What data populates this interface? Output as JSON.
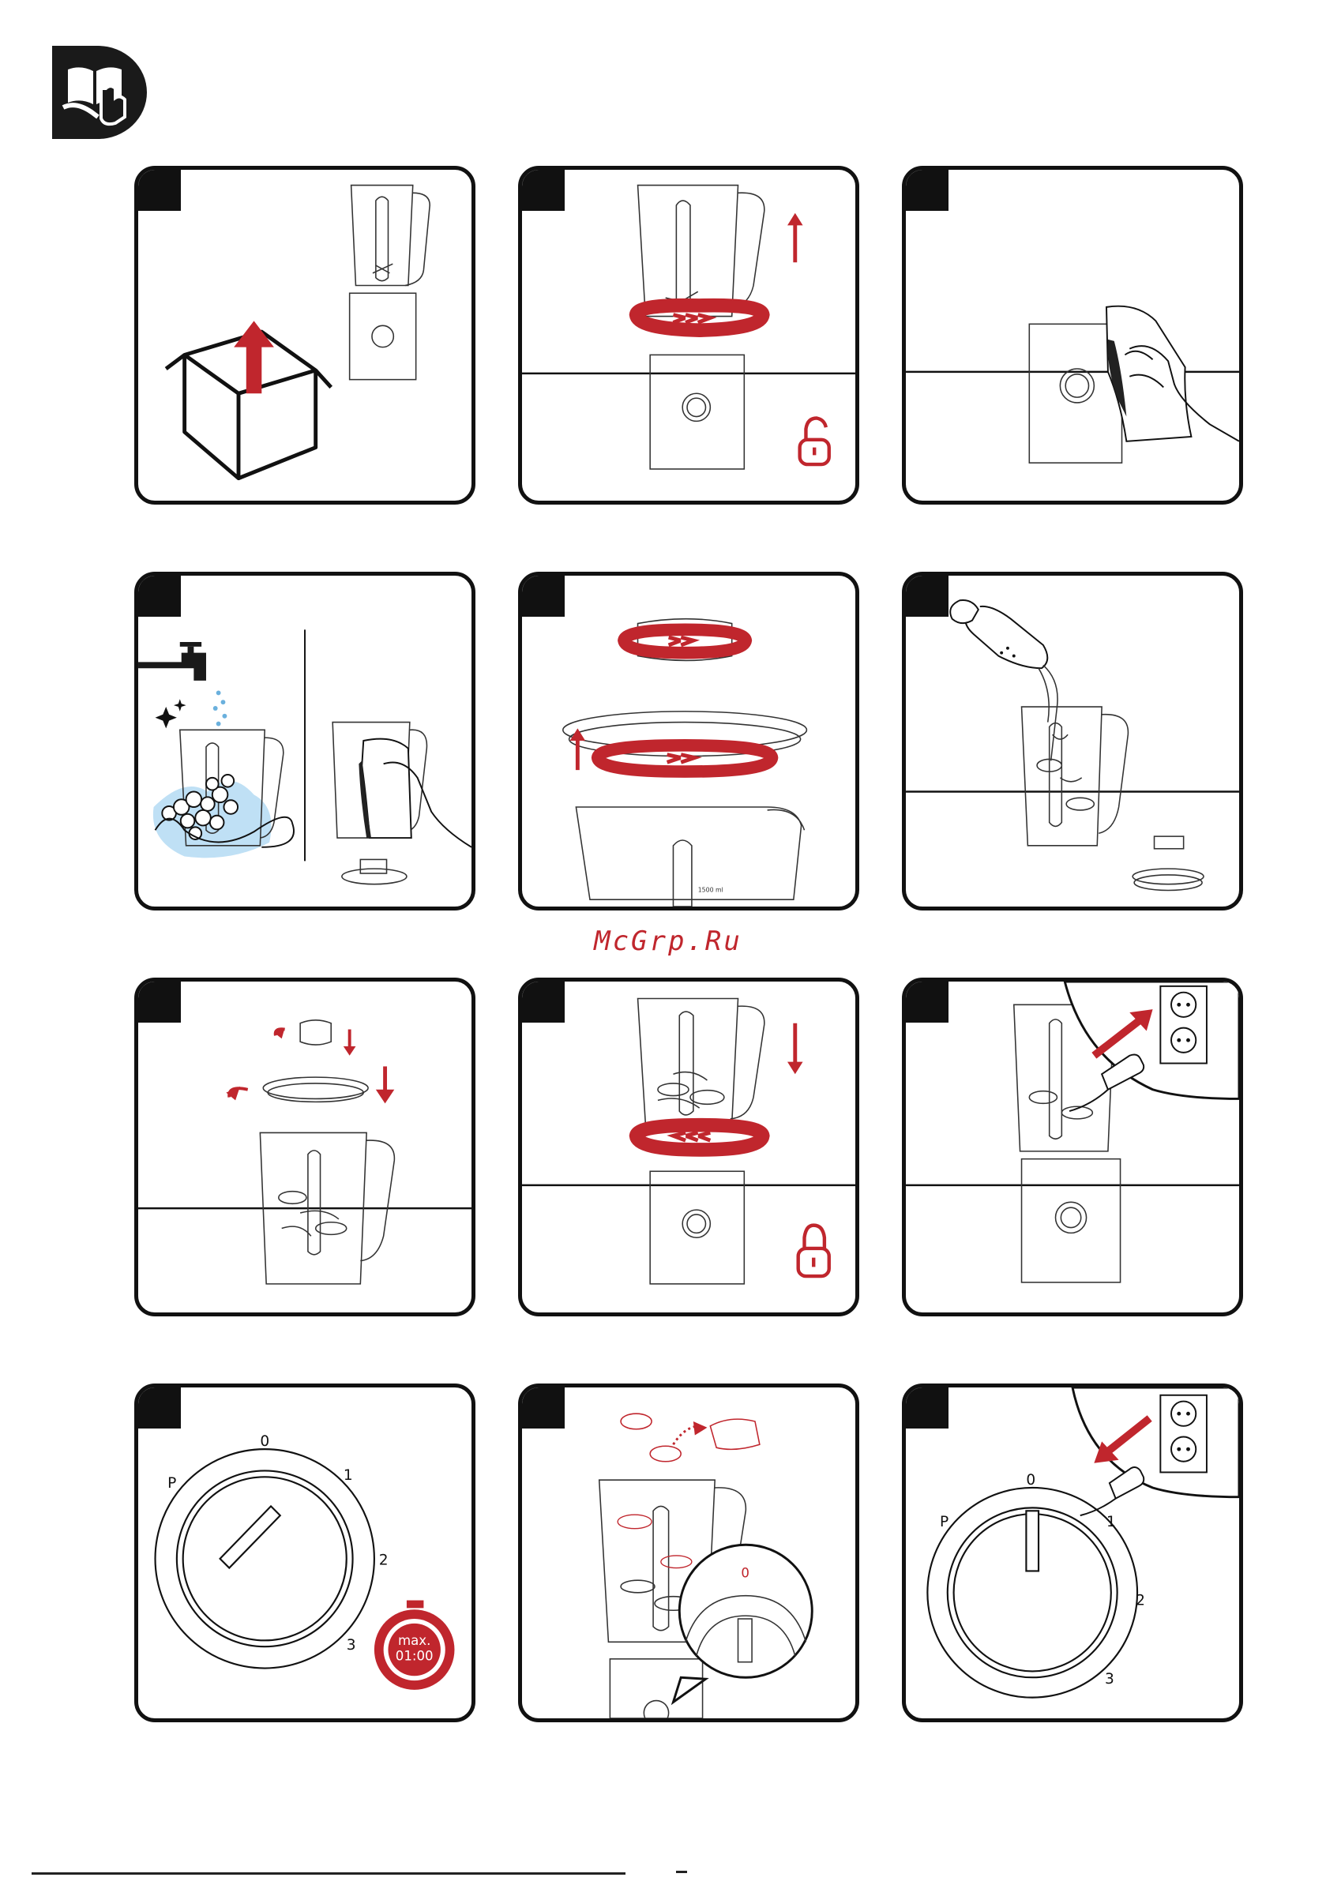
{
  "watermark": "McGrp.Ru",
  "colors": {
    "accent": "#c0262d",
    "ink": "#111111",
    "water": "#bfe0f5"
  },
  "icons": {
    "header": "manual-hand-icon",
    "unlock": "unlock-padlock-icon",
    "lock": "lock-padlock-icon",
    "timer": "stopwatch-icon"
  },
  "panels": [
    {
      "id": "unbox"
    },
    {
      "id": "remove-jar"
    },
    {
      "id": "wipe-base"
    },
    {
      "id": "wash-jar"
    },
    {
      "id": "lid-assembly"
    },
    {
      "id": "fill-jar"
    },
    {
      "id": "fit-lid"
    },
    {
      "id": "mount-jar"
    },
    {
      "id": "plug-in"
    },
    {
      "id": "set-speed"
    },
    {
      "id": "add-ingredients"
    },
    {
      "id": "unplug"
    }
  ],
  "jar_capacity_label": "1500 ml",
  "dial": {
    "labels": [
      "P",
      "0",
      "1",
      "2",
      "3"
    ],
    "zoom_label": "0"
  },
  "timer": {
    "label_line1": "max.",
    "label_line2": "01:00"
  }
}
